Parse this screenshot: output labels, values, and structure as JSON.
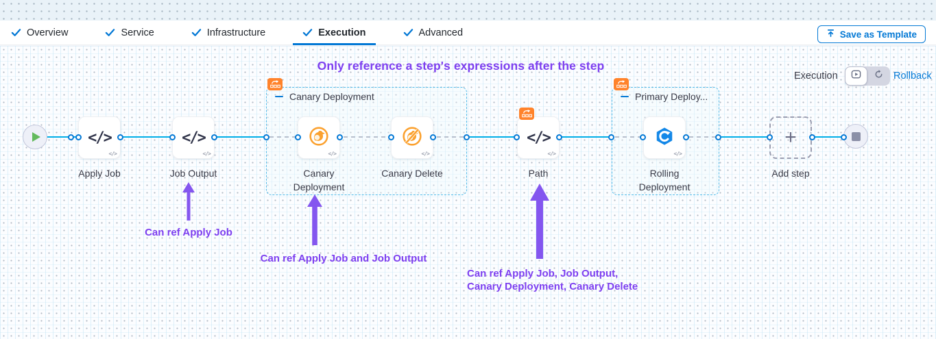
{
  "tabs": {
    "items": [
      {
        "label": "Overview",
        "checked": true,
        "active": false
      },
      {
        "label": "Service",
        "checked": true,
        "active": false
      },
      {
        "label": "Infrastructure",
        "checked": true,
        "active": false
      },
      {
        "label": "Execution",
        "checked": true,
        "active": true
      },
      {
        "label": "Advanced",
        "checked": true,
        "active": false
      }
    ],
    "save_button_label": "Save as Template"
  },
  "canvas": {
    "heading": "Only reference a step's expressions after the step",
    "mode": {
      "execution_label": "Execution",
      "rollback_label": "Rollback"
    },
    "steps": [
      {
        "label": "Apply Job",
        "icon": "code"
      },
      {
        "label": "Job Output",
        "icon": "code"
      },
      {
        "label": "Canary Deployment",
        "icon": "canary"
      },
      {
        "label": "Canary Delete",
        "icon": "canary-delete"
      },
      {
        "label": "Path",
        "icon": "code"
      },
      {
        "label": "Rolling Deployment",
        "icon": "rolling"
      }
    ],
    "groups": [
      {
        "title": "Canary Deployment"
      },
      {
        "title": "Primary Deploy..."
      }
    ],
    "add_step_label": "Add step",
    "annotations": [
      {
        "text": "Can ref Apply Job"
      },
      {
        "text": "Can ref Apply Job and Job Output"
      },
      {
        "line1": "Can ref Apply Job, Job Output,",
        "line2": "Canary Deployment, Canary Delete"
      }
    ]
  },
  "colors": {
    "accent_blue": "#0278d5",
    "connector_blue": "#00ade7",
    "annotation_purple": "#7d3ff0",
    "badge_orange": "#ff832b",
    "canary_orange": "#fba12f",
    "rolling_blue": "#1488e8",
    "start_green": "#63ba5d"
  }
}
